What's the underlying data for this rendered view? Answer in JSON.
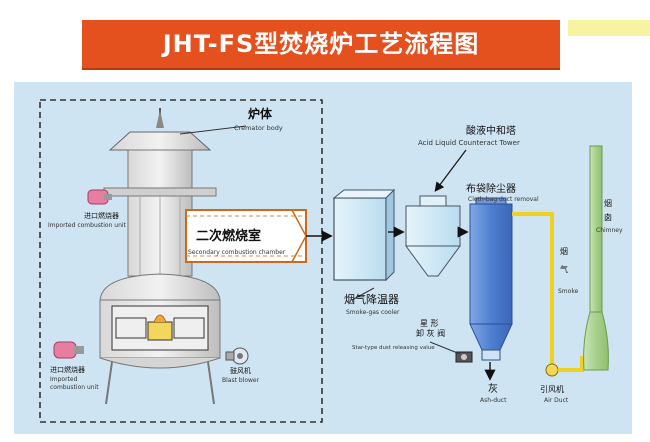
{
  "title": "JHT-FS型焚烧炉工艺流程图",
  "colors": {
    "title_bg": "#e4511f",
    "panel_bg": "#cfe4f3",
    "equipment": "#4f7fd0",
    "chimney": "#a8d08d",
    "duct": "#f0d020"
  },
  "labels": {
    "cremator_cn": "炉体",
    "cremator_en": "Cremator body",
    "burner_top_cn": "进口燃烧器",
    "burner_top_en": "Imported combustion unit",
    "burner_bottom_cn": "进口燃烧器",
    "burner_bottom_en1": "Imported",
    "burner_bottom_en2": "combustion unit",
    "blower_cn": "鼓风机",
    "blower_en": "Blast blower",
    "secondary_cn": "二次燃烧室",
    "secondary_en": "Secondary combustion chamber",
    "cooler_cn": "烟气降温器",
    "cooler_en": "Smoke-gas cooler",
    "acid_cn": "酸液中和塔",
    "acid_en": "Acid Liquid Counteract Tower",
    "bag_cn": "布袋除尘器",
    "bag_en": "Cloth-bag duct removal",
    "valve_cn1": "星 形",
    "valve_cn2": "卸 灰 阀",
    "valve_en": "Star-type dust releasing value",
    "ash_cn": "灰",
    "ash_en": "Ash-duct",
    "fan_cn": "引风机",
    "fan_en": "Air Duct",
    "smoke_cn1": "烟",
    "smoke_cn2": "气",
    "smoke_en": "Smoke",
    "chimney_cn1": "烟",
    "chimney_cn2": "囱",
    "chimney_en": "Chimney"
  }
}
